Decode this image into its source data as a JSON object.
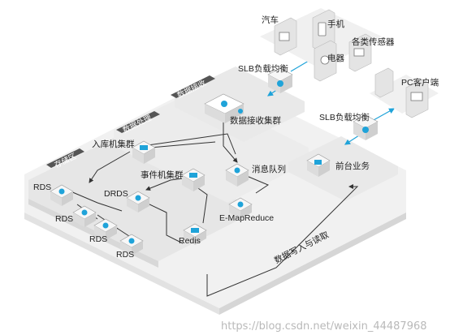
{
  "zones": {
    "storage": "存储区",
    "processing": "数据处理",
    "receiving": "数据接收"
  },
  "devices": {
    "car": "汽车",
    "phone": "手机",
    "appliance": "电器",
    "sensors": "各类传感器",
    "pc": "PC客户端"
  },
  "nodes": {
    "slb_top": "SLB负载均衡",
    "slb_right": "SLB负载均衡",
    "receiver_cluster": "数据接收集群",
    "front_business": "前台业务",
    "message_queue": "消息队列",
    "inbound_cluster": "入库机集群",
    "event_cluster": "事件机集群",
    "emapreduce": "E-MapReduce",
    "drds": "DRDS",
    "redis": "Redis",
    "rds_1": "RDS",
    "rds_2": "RDS",
    "rds_3": "RDS",
    "rds_4": "RDS"
  },
  "flow_label": "数据写入与读取",
  "watermark": "https://blog.csdn.net/weixin_44487968",
  "colors": {
    "accent": "#1fa3d9",
    "zone_tag": "#555555",
    "platform": "#efefef"
  }
}
